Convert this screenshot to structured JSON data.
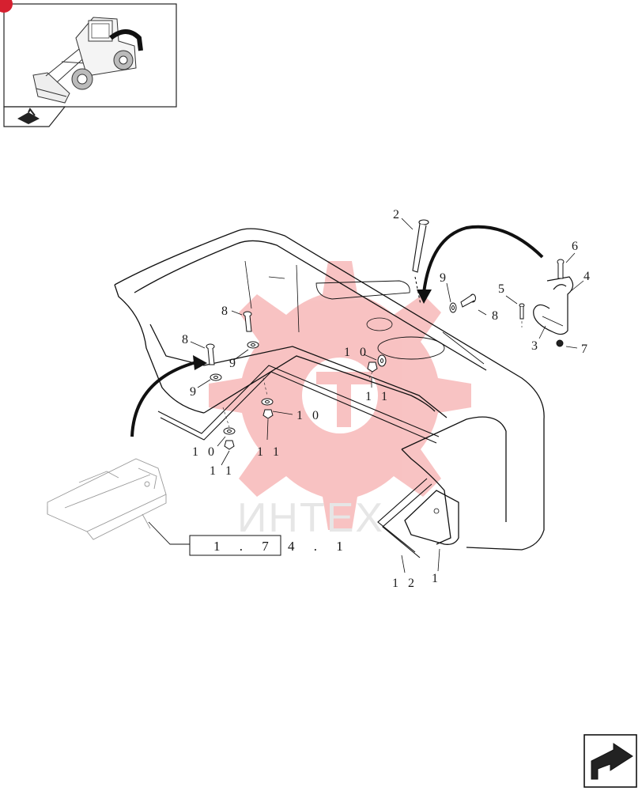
{
  "watermark": {
    "text": "ИНТЕХ",
    "color": "#f07a7a"
  },
  "reference_box": {
    "label": "1 . 7 4 . 1"
  },
  "callouts": [
    {
      "id": "c2",
      "label": "2"
    },
    {
      "id": "c6",
      "label": "6"
    },
    {
      "id": "c4",
      "label": "4"
    },
    {
      "id": "c5",
      "label": "5"
    },
    {
      "id": "c3",
      "label": "3"
    },
    {
      "id": "c7",
      "label": "7"
    },
    {
      "id": "c9a",
      "label": "9"
    },
    {
      "id": "c8a",
      "label": "8"
    },
    {
      "id": "c8b",
      "label": "8"
    },
    {
      "id": "c9b",
      "label": "9"
    },
    {
      "id": "c8c",
      "label": "8"
    },
    {
      "id": "c9c",
      "label": "9"
    },
    {
      "id": "c10a",
      "label": "1 0"
    },
    {
      "id": "c11a",
      "label": "1 1"
    },
    {
      "id": "c10b",
      "label": "1 0"
    },
    {
      "id": "c11b",
      "label": "1 1"
    },
    {
      "id": "c10c",
      "label": "1 0"
    },
    {
      "id": "c11c",
      "label": "1 1"
    },
    {
      "id": "c12",
      "label": "1 2"
    },
    {
      "id": "c1",
      "label": "1"
    }
  ],
  "icons": {
    "thumbnail": "wheel-loader-thumbnail",
    "thumb_tab": "book-arrow-icon",
    "next_page": "next-page-arrow-icon"
  }
}
